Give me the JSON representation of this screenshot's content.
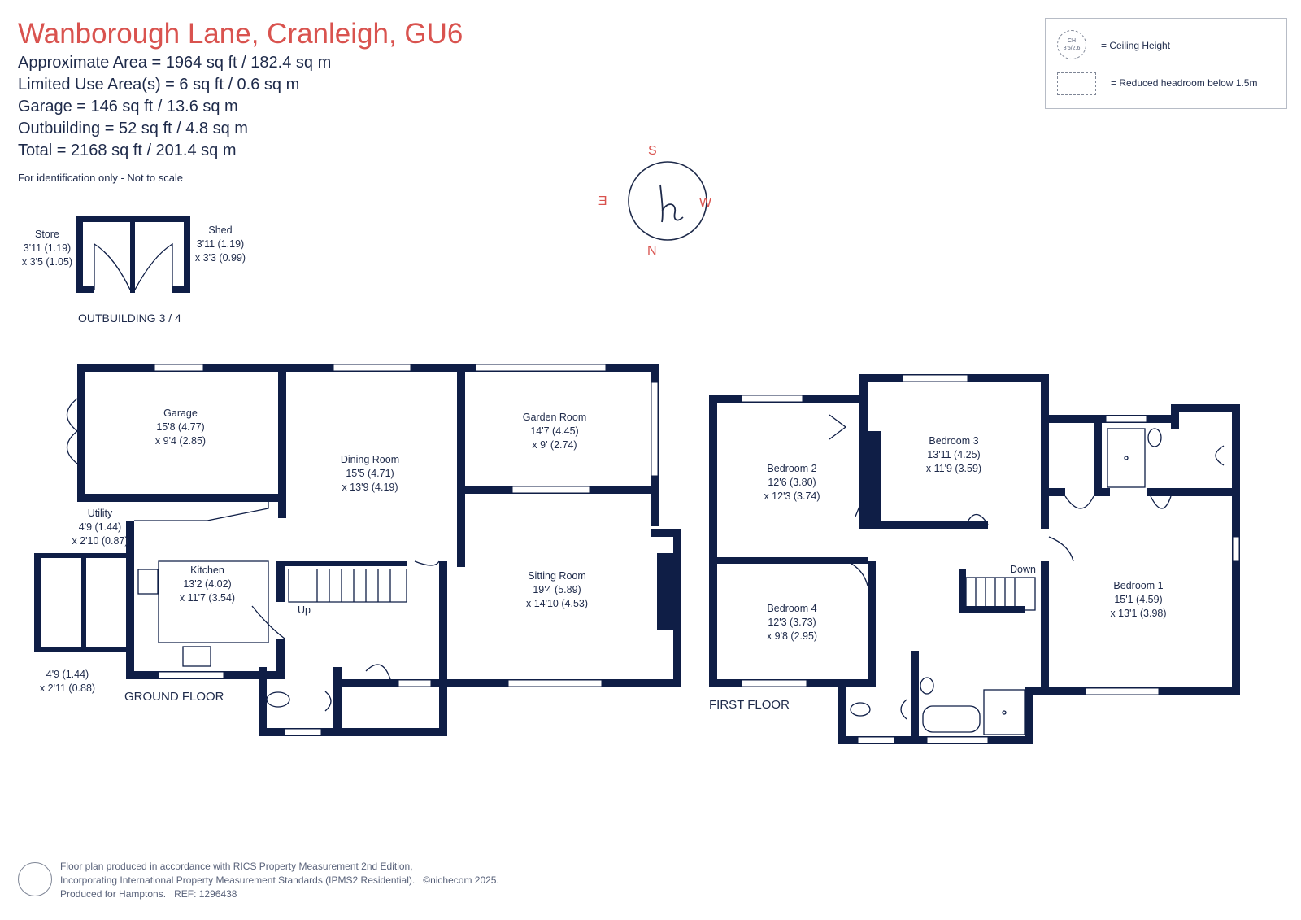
{
  "header": {
    "title": "Wanborough Lane, Cranleigh, GU6",
    "areas": [
      "Approximate Area = 1964 sq ft / 182.4 sq m",
      "Limited Use Area(s) = 6 sq ft / 0.6 sq m",
      "Garage = 146 sq ft / 13.6 sq m",
      "Outbuilding = 52 sq ft / 4.8 sq m",
      "Total = 2168 sq ft / 201.4 sq m"
    ],
    "note": "For identification only - Not to scale"
  },
  "legend": {
    "ceiling_symbol_line1": "CH",
    "ceiling_symbol_line2": "8'5/2.6",
    "ceiling_text": "= Ceiling Height",
    "reduced_text": "= Reduced headroom below 1.5m"
  },
  "compass": {
    "top": "S",
    "bottom": "N",
    "left": "E",
    "right": "W",
    "logo": "h"
  },
  "outbuilding": {
    "label": "OUTBUILDING 3 / 4",
    "store": {
      "name": "Store",
      "dim1": "3'11 (1.19)",
      "dim2": "x 3'5 (1.05)"
    },
    "shed": {
      "name": "Shed",
      "dim1": "3'11 (1.19)",
      "dim2": "x 3'3 (0.99)"
    }
  },
  "ground_floor": {
    "label": "GROUND FLOOR",
    "rooms": {
      "garage": {
        "name": "Garage",
        "dim1": "15'8 (4.77)",
        "dim2": "x 9'4 (2.85)"
      },
      "dining": {
        "name": "Dining Room",
        "dim1": "15'5 (4.71)",
        "dim2": "x 13'9 (4.19)"
      },
      "garden": {
        "name": "Garden Room",
        "dim1": "14'7 (4.45)",
        "dim2": "x 9' (2.74)"
      },
      "utility": {
        "name": "Utility",
        "dim1": "4'9 (1.44)",
        "dim2": "x 2'10 (0.87)"
      },
      "kitchen": {
        "name": "Kitchen",
        "dim1": "13'2 (4.02)",
        "dim2": "x 11'7 (3.54)"
      },
      "sitting": {
        "name": "Sitting Room",
        "dim1": "19'4 (5.89)",
        "dim2": "x 14'10 (4.53)"
      },
      "store2": {
        "dim1": "4'9 (1.44)",
        "dim2": "x 2'11 (0.88)"
      }
    },
    "stairs": "Up"
  },
  "first_floor": {
    "label": "FIRST FLOOR",
    "rooms": {
      "bed2": {
        "name": "Bedroom 2",
        "dim1": "12'6 (3.80)",
        "dim2": "x 12'3 (3.74)"
      },
      "bed3": {
        "name": "Bedroom 3",
        "dim1": "13'11 (4.25)",
        "dim2": "x 11'9 (3.59)"
      },
      "bed4": {
        "name": "Bedroom 4",
        "dim1": "12'3 (3.73)",
        "dim2": "x 9'8 (2.95)"
      },
      "bed1": {
        "name": "Bedroom 1",
        "dim1": "15'1 (4.59)",
        "dim2": "x 13'1 (3.98)"
      }
    },
    "stairs": "Down"
  },
  "footer": {
    "line1": "Floor plan produced in accordance with RICS Property Measurement 2nd Edition,",
    "line2": "Incorporating International Property Measurement Standards (IPMS2 Residential).",
    "copyright": "©nichecom 2025.",
    "line3": "Produced for Hamptons.",
    "ref": "REF: 1296438"
  },
  "colors": {
    "title": "#d9534f",
    "walls": "#0f1e46",
    "text": "#1e2a4a"
  }
}
